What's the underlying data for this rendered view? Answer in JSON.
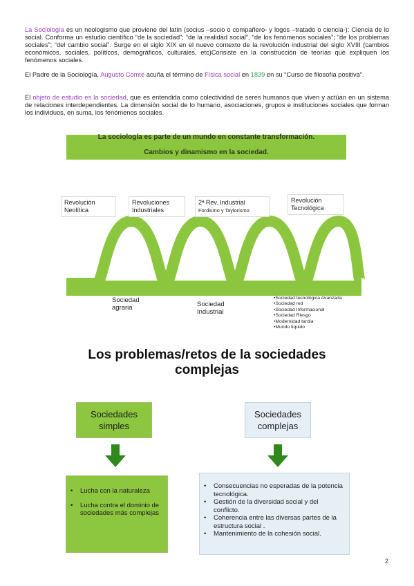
{
  "paragraphs": {
    "p1": {
      "term": "La Sociología",
      "text": " es un neologismo que proviene del latín (socius –socio o compañero- y logos –tratado o ciencia-): Ciencia de lo social. Conforma un estudio científico “de la sociedad”; “de la realidad social”, “de los fenómenos sociales”; “de los problemas sociales”; “del cambio social”. Surge en el siglo XIX en el nuevo contexto de la revolución industrial del siglo XVIII (cambios económicos, sociales, políticos, demográficos, culturales, etc)Consiste en la construcción de teorías que expliquen los fenómenos sociales."
    },
    "p2": {
      "lead": "El Padre de la Sociología, ",
      "name": "Augusto Comte",
      "mid": " acuña el término de ",
      "term": "Física social",
      "en": " en ",
      "year": "1839",
      "tail": " en su “Curso de filosofía positiva”."
    },
    "p3": {
      "term": "objeto de estudio es la sociedad",
      "lead": "El ",
      "text": ", que es entendida como colectividad de seres humanos que viven y actúan en un sistema de relaciones interdependientes. La dimensión social de lo humano, asociaciones, grupos e instituciones sociales que forman los individuos, en suma, los fenómenos sociales."
    }
  },
  "banner": {
    "line1": "La sociología es parte de un mundo en constante transformación.",
    "line2": "Cambios y dinamismo en la sociedad."
  },
  "eras": [
    {
      "line1": "Revolución",
      "line2": "Neolítica"
    },
    {
      "line1": "Revoluciones",
      "line2": "Industriales"
    },
    {
      "line1": "2ª Rev. Industrial",
      "line2": "Fordismo y Taylorismo"
    },
    {
      "line1": "Revolución",
      "line2": "Tecnológica"
    }
  ],
  "societies": [
    {
      "line1": "Sociedad",
      "line2": "agraria"
    },
    {
      "line1": "Sociedad",
      "line2": "Industrial"
    }
  ],
  "modern_list": [
    "•Sociedad tecnológica Avanzada",
    "•Sociedad red",
    "•Sociedad Informacional",
    "•Sociedad Riesgo",
    "•Modernidad tardía",
    "•Mundo líquido"
  ],
  "section_title": {
    "line1": "Los problemas/retos de la sociedades",
    "line2": "complejas"
  },
  "simple": {
    "title_line1": "Sociedades",
    "title_line2": "simples",
    "bullet": "•",
    "items": [
      "Lucha con la naturaleza",
      "Lucha contra el dominio de sociedades más complejas"
    ]
  },
  "complex": {
    "title_line1": "Sociedades",
    "title_line2": "complejas",
    "bullet": "•",
    "items": [
      "Consecuencias no esperadas de la potencia tecnológica.",
      "Gestión de la diversidad social y del conflicto.",
      "Coherencia entre las diversas partes de la estructura social .",
      "Mantenimiento de la cohesión social."
    ]
  },
  "colors": {
    "accent_green": "#8dc63f",
    "wave_green": "#8cc63f",
    "purple_text": "#9b3fbf",
    "year_green": "#2e9e4a",
    "light_blue_box": "#e6eef6",
    "arrow_green": "#2f8a1b"
  },
  "page_number": "2"
}
